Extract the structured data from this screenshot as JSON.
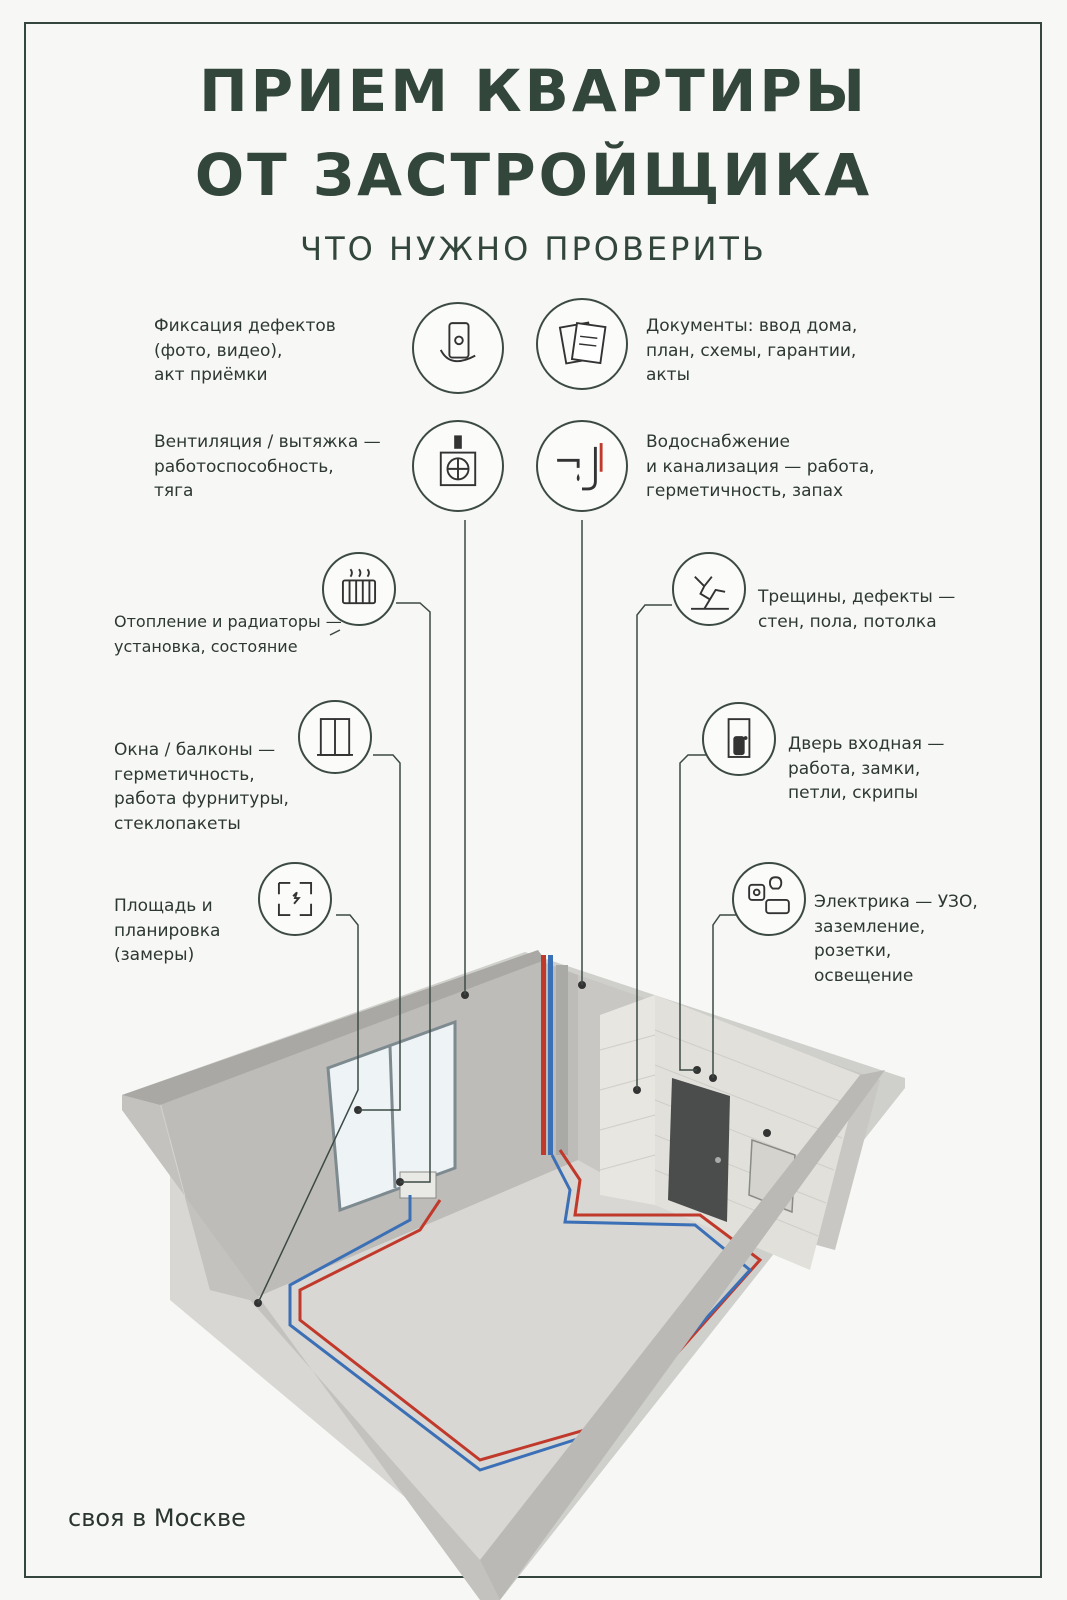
{
  "header": {
    "title_line1": "ПРИЕМ КВАРТИРЫ",
    "title_line2": "ОТ ЗАСТРОЙЩИКА",
    "subtitle": "ЧТО НУЖНО ПРОВЕРИТЬ"
  },
  "items": {
    "defects_fixation": [
      "Фиксация дефектов",
      "(фото, видео),",
      "акт приёмки"
    ],
    "documents": [
      "Документы: ввод дома,",
      "план, схемы, гарантии,",
      "акты"
    ],
    "ventilation": [
      "Вентиляция / вытяжка —",
      "работоспособность,",
      "тяга"
    ],
    "water": [
      "Водоснабжение",
      "и канализация — работа,",
      "герметичность, запах"
    ],
    "heating": [
      "Отопление и радиаторы —",
      "установка, состояние"
    ],
    "cracks": [
      "Трещины, дефекты —",
      "стен, пола, потолка"
    ],
    "windows": [
      "Окна / балконы —",
      "герметичность,",
      "работа фурнитуры,",
      "стеклопакеты"
    ],
    "door": [
      "Дверь входная —",
      "работа, замки,",
      "петли, скрипы"
    ],
    "area": [
      "Площадь и",
      "планировка",
      "(замеры)"
    ],
    "electrics": [
      "Электрика — УЗО,",
      "заземление,",
      "розетки,",
      "освещение"
    ]
  },
  "icons": {
    "defects_fixation": "phone-camera-icon",
    "documents": "documents-icon",
    "ventilation": "fan-icon",
    "water": "faucet-pipe-icon",
    "heating": "radiator-icon",
    "cracks": "crack-icon",
    "windows": "window-icon",
    "door": "door-icon",
    "area": "floor-plan-icon",
    "electrics": "electric-socket-icon"
  },
  "footer": {
    "brand": "своя в Москве"
  },
  "colors": {
    "accent": "#33463c",
    "pipe_hot": "#c0392b",
    "pipe_cold": "#3b6fb6"
  }
}
